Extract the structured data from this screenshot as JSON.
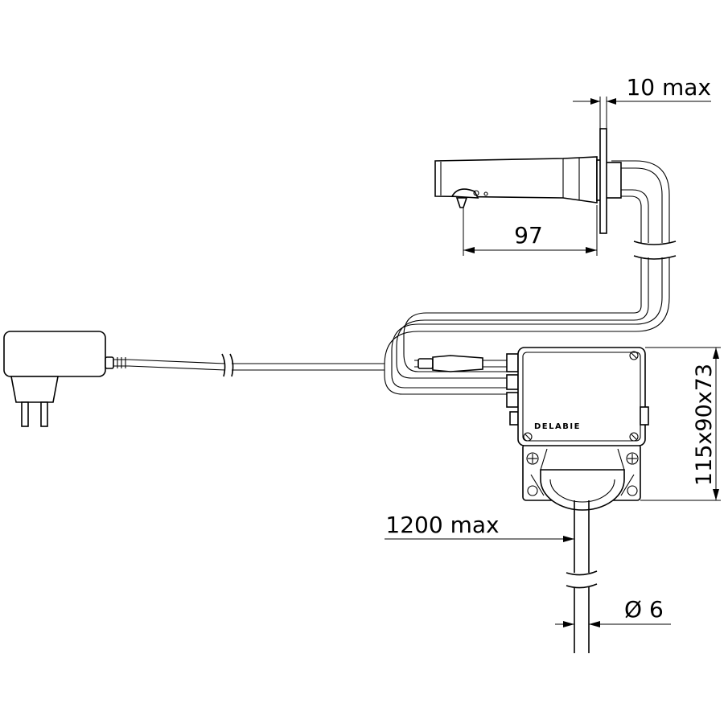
{
  "diagram": {
    "dimensions": {
      "wall_thickness": "10 max",
      "spout_length": "97",
      "box_size": "115x90x73",
      "hose_length": "1200 max",
      "hose_diameter": "Ø 6"
    },
    "brand_label": "DELABIE",
    "colors": {
      "line": "#000000",
      "background": "#ffffff"
    },
    "icons": [
      "power-adapter-icon",
      "tap-spout-icon",
      "control-box-icon"
    ]
  }
}
